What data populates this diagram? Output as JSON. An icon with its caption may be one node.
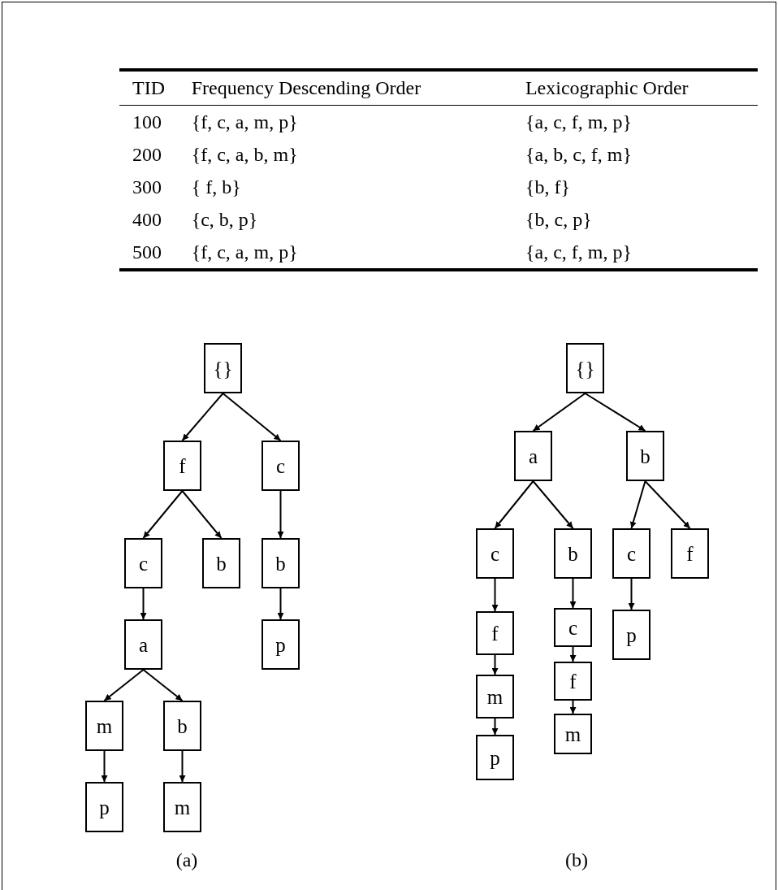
{
  "diagram": {
    "nodes": [
      {
        "text": [
          "{}"
        ]
      },
      {
        "text": [
          "f"
        ]
      },
      {
        "text": [
          "c"
        ]
      },
      {
        "text": [
          "c"
        ]
      },
      {
        "text": [
          "b"
        ]
      },
      {
        "text": [
          "b"
        ]
      },
      {
        "text": [
          "a"
        ]
      },
      {
        "text": [
          "p"
        ]
      },
      {
        "text": [
          "m"
        ]
      },
      {
        "text": [
          "b"
        ]
      },
      {
        "text": [
          "p"
        ]
      },
      {
        "text": [
          "m"
        ]
      },
      {
        "text": [
          "{}"
        ]
      },
      {
        "text": [
          "a"
        ]
      },
      {
        "text": [
          "b"
        ]
      },
      {
        "text": [
          "c"
        ]
      },
      {
        "text": [
          "b"
        ]
      },
      {
        "text": [
          "c"
        ]
      },
      {
        "text": [
          "f"
        ]
      },
      {
        "text": [
          "f"
        ]
      },
      {
        "text": [
          "c"
        ]
      },
      {
        "text": [
          "p"
        ]
      },
      {
        "text": [
          "m"
        ]
      },
      {
        "text": [
          "f"
        ]
      },
      {
        "text": [
          "p"
        ]
      },
      {
        "text": [
          "m"
        ]
      }
    ],
    "edges": [
      {
        "from": 0,
        "to": 1,
        "arrow": "to"
      },
      {
        "from": 0,
        "to": 2,
        "arrow": "to"
      },
      {
        "from": 1,
        "to": 3,
        "arrow": "to"
      },
      {
        "from": 1,
        "to": 4,
        "arrow": "to"
      },
      {
        "from": 2,
        "to": 5,
        "arrow": "to"
      },
      {
        "from": 3,
        "to": 6,
        "arrow": "to"
      },
      {
        "from": 5,
        "to": 7,
        "arrow": "to"
      },
      {
        "from": 6,
        "to": 8,
        "arrow": "to"
      },
      {
        "from": 6,
        "to": 9,
        "arrow": "to"
      },
      {
        "from": 8,
        "to": 10,
        "arrow": "to"
      },
      {
        "from": 9,
        "to": 11,
        "arrow": "to"
      },
      {
        "from": 12,
        "to": 13,
        "arrow": "to"
      },
      {
        "from": 12,
        "to": 14,
        "arrow": "to"
      },
      {
        "from": 13,
        "to": 15,
        "arrow": "to"
      },
      {
        "from": 13,
        "to": 16,
        "arrow": "to"
      },
      {
        "from": 14,
        "to": 17,
        "arrow": "to"
      },
      {
        "from": 14,
        "to": 18,
        "arrow": "to"
      },
      {
        "from": 15,
        "to": 19,
        "arrow": "to"
      },
      {
        "from": 16,
        "to": 20,
        "arrow": "to"
      },
      {
        "from": 17,
        "to": 21,
        "arrow": "to"
      },
      {
        "from": 19,
        "to": 22,
        "arrow": "to"
      },
      {
        "from": 20,
        "to": 23,
        "arrow": "to"
      },
      {
        "from": 22,
        "to": 24,
        "arrow": "to"
      },
      {
        "from": 23,
        "to": 25,
        "arrow": "to"
      }
    ],
    "labels": [
      "TID",
      "Frequency Descending Order",
      "Lexicographic Order",
      "100",
      "{f, c, a, m, p}",
      "{a, c, f, m, p}",
      "200",
      "{f, c, a, b, m}",
      "{a, b, c, f, m}",
      "300",
      "{ f, b}",
      "{b, f}",
      "400",
      "{c, b, p}",
      "{b, c, p}",
      "500",
      "{f, c, a, m, p}",
      "{a, c, f, m, p}",
      "(a)",
      "(b)"
    ]
  }
}
